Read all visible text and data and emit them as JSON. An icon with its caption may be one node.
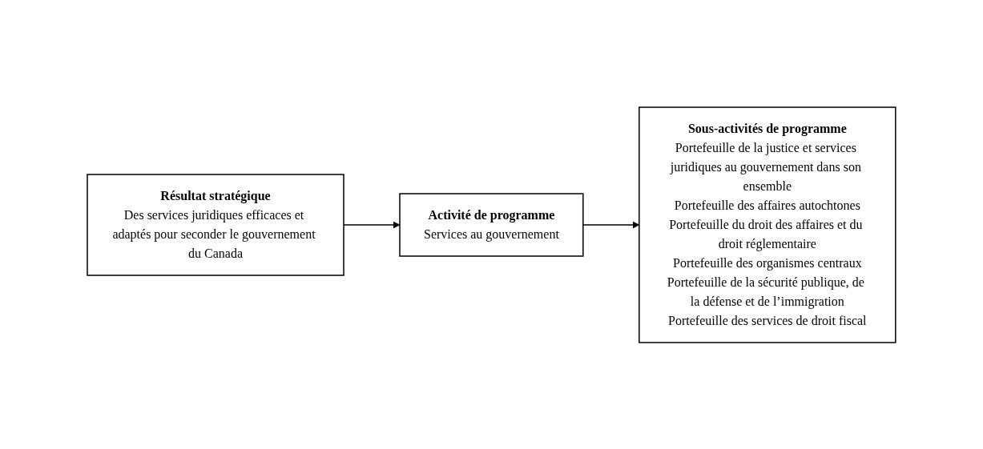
{
  "diagram": {
    "nodes": [
      {
        "text": [
          "Résultat stratégique",
          "Des services juridiques efficaces et adaptés pour seconder le gouvernement du Canada"
        ]
      },
      {
        "text": [
          "Activité de programme",
          "Services au gouvernement"
        ]
      },
      {
        "text": [
          "Sous-activités de programme",
          "Portefeuille de la justice et services juridiques au gouvernement dans son ensemble",
          "Portefeuille des affaires autochtones",
          "Portefeuille du droit des affaires et du droit réglementaire",
          "Portefeuille des organismes centraux",
          "Portefeuille de la sécurité publique, de la défense et de l’immigration",
          "Portefeuille des services de droit fiscal"
        ]
      }
    ],
    "edges": [
      {
        "from": 0,
        "to": 1,
        "arrow": "to"
      },
      {
        "from": 1,
        "to": 2,
        "arrow": "to"
      }
    ]
  }
}
